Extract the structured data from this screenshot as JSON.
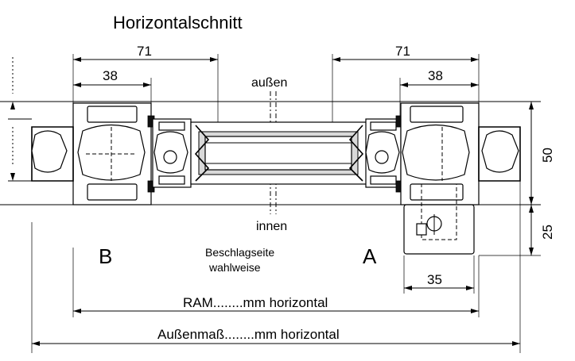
{
  "title": "Horizontalschnitt",
  "labels": {
    "outside": "außen",
    "inside": "innen",
    "side_b": "B",
    "side_a": "A",
    "hardware_side_line1": "Beschlagseite",
    "hardware_side_line2": "wahlweise"
  },
  "dimensions": {
    "left_outer": "71",
    "left_inner": "38",
    "right_outer": "71",
    "right_inner": "38",
    "frame_depth": "50",
    "sash_offset": "25",
    "hardware_width": "35",
    "ram_width": "RAM........mm horizontal",
    "outer_width": "Außenmaß........mm horizontal"
  }
}
